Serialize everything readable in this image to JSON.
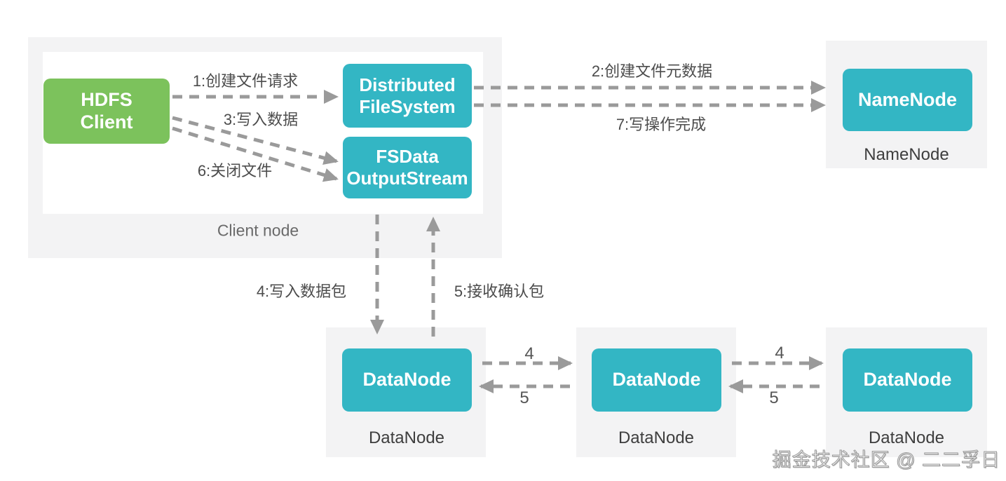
{
  "diagram": {
    "title_context": "HDFS write data flow",
    "nodes": {
      "hdfs_client": {
        "line1": "HDFS",
        "line2": "Client"
      },
      "distributed_filesystem": {
        "line1": "Distributed",
        "line2": "FileSystem"
      },
      "fsdata_outputstream": {
        "line1": "FSData",
        "line2": "OutputStream"
      },
      "namenode": {
        "label": "NameNode",
        "caption": "NameNode"
      },
      "datanode1": {
        "label": "DataNode",
        "caption": "DataNode"
      },
      "datanode2": {
        "label": "DataNode",
        "caption": "DataNode"
      },
      "datanode3": {
        "label": "DataNode",
        "caption": "DataNode"
      },
      "client_node_caption": "Client node"
    },
    "edges": {
      "step1": "1:创建文件请求",
      "step2": "2:创建文件元数据",
      "step3": "3:写入数据",
      "step4_packet": "4:写入数据包",
      "step5_ack": "5:接收确认包",
      "step6": "6:关闭文件",
      "step7": "7:写操作完成",
      "pipeline_forward_1": "4",
      "pipeline_ack_1": "5",
      "pipeline_forward_2": "4",
      "pipeline_ack_2": "5"
    },
    "watermark": "掘金技术社区 @ 二二孚日",
    "colors": {
      "teal": "#33b6c4",
      "green": "#7cc25c",
      "container": "#f3f3f4",
      "arrow": "#9a9a9a",
      "label": "#4c4c4c",
      "caption-dark": "#3e3e3e",
      "caption-light": "#6a6a6a"
    }
  }
}
